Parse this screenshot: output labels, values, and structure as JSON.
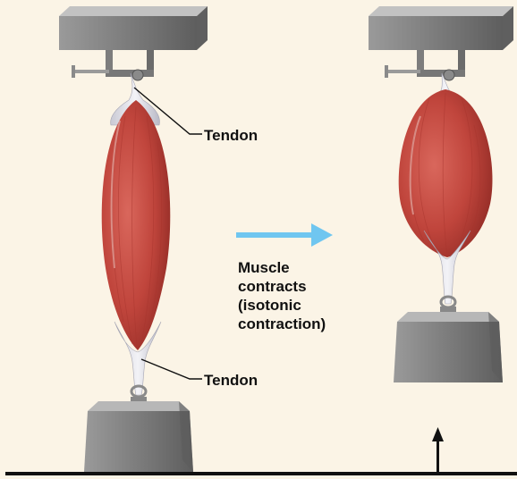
{
  "labels": {
    "tendon_top": "Tendon",
    "tendon_bottom": "Tendon"
  },
  "caption": {
    "lines": [
      "Muscle",
      "contracts",
      "(isotonic",
      "contraction)"
    ]
  },
  "colors": {
    "background": "#fbf4e6",
    "muscle": "#c0453c",
    "tendon": "#e4e4ec",
    "metal": "#8c8c8c",
    "arrow": "#6fc6f0",
    "ground": "#111111"
  }
}
